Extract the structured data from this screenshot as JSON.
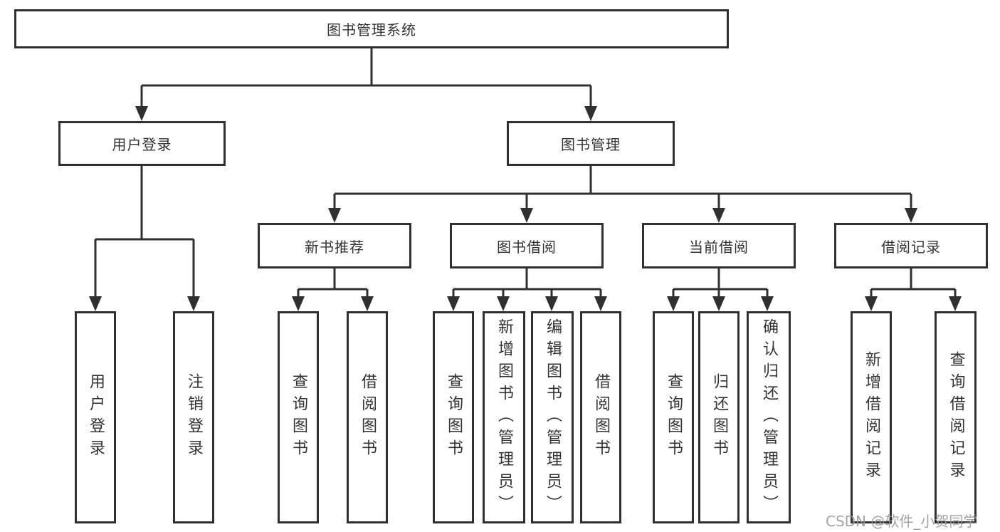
{
  "diagram": {
    "title": "图书管理系统",
    "tree": {
      "root": {
        "label": "图书管理系统"
      },
      "branches": [
        {
          "label": "用户登录",
          "children": [
            {
              "label": "用户登录"
            },
            {
              "label": "注销登录"
            }
          ]
        },
        {
          "label": "图书管理",
          "children": [
            {
              "label": "新书推荐",
              "children": [
                {
                  "label": "查询图书"
                },
                {
                  "label": "借阅图书"
                }
              ]
            },
            {
              "label": "图书借阅",
              "children": [
                {
                  "label": "查询图书"
                },
                {
                  "label": "新增图书（管理员）"
                },
                {
                  "label": "编辑图书（管理员）"
                },
                {
                  "label": "借阅图书"
                }
              ]
            },
            {
              "label": "当前借阅",
              "children": [
                {
                  "label": "查询图书"
                },
                {
                  "label": "归还图书"
                },
                {
                  "label": "确认归还（管理员）"
                }
              ]
            },
            {
              "label": "借阅记录",
              "children": [
                {
                  "label": "新增借阅记录"
                },
                {
                  "label": "查询借阅记录"
                }
              ]
            }
          ]
        }
      ]
    },
    "line_color": "#303030",
    "text_color": "#333333",
    "watermark": "CSDN @软件_小贺同学"
  }
}
